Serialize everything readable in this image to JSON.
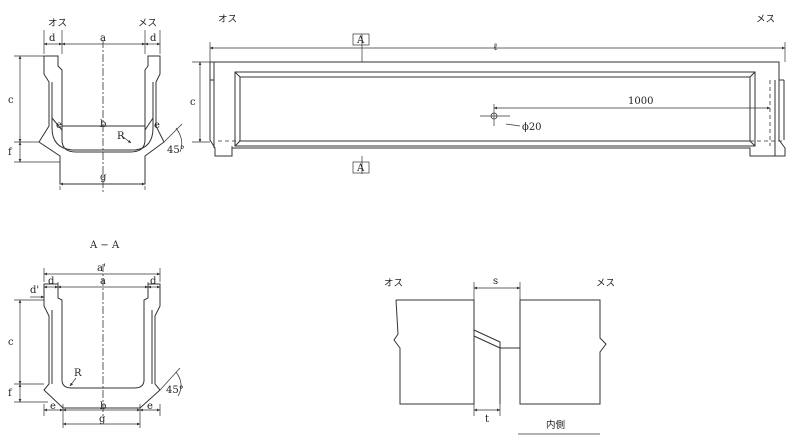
{
  "labels": {
    "osu": "オス",
    "mesu": "メス",
    "a": "a",
    "a_prime": "a'",
    "b": "b",
    "c": "c",
    "d": "d",
    "d_prime": "d'",
    "e": "e",
    "f": "f",
    "g": "g",
    "r": "R",
    "length": "ℓ",
    "section_mark": "A",
    "angle": "45°",
    "dim_1000": "1000",
    "hole": "ϕ20",
    "section_title": "A − A",
    "s": "s",
    "t": "t",
    "inner_side": "内側"
  },
  "colors": {
    "line": "#333333",
    "ink": "#222222",
    "background": "#ffffff"
  }
}
